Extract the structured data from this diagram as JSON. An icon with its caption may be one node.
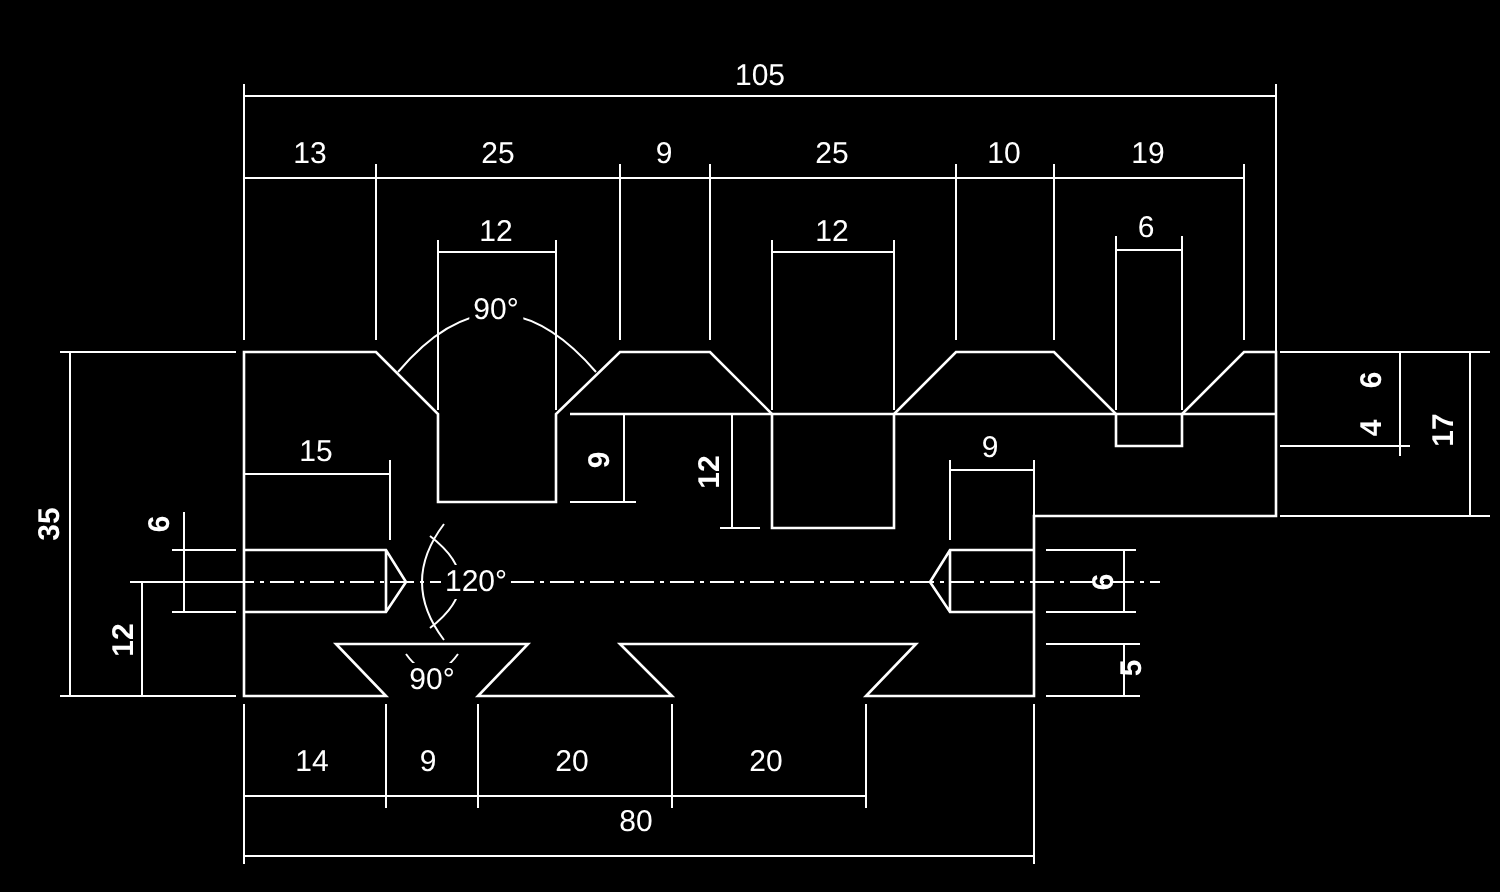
{
  "diagram": {
    "labels": [
      "105",
      "13",
      "25",
      "9",
      "25",
      "10",
      "19",
      "12",
      "12",
      "6",
      "90°",
      "6",
      "17",
      "4",
      "15",
      "9",
      "9",
      "12",
      "35",
      "6",
      "120°",
      "6",
      "12",
      "5",
      "90°",
      "14",
      "9",
      "20",
      "20",
      "80"
    ]
  }
}
